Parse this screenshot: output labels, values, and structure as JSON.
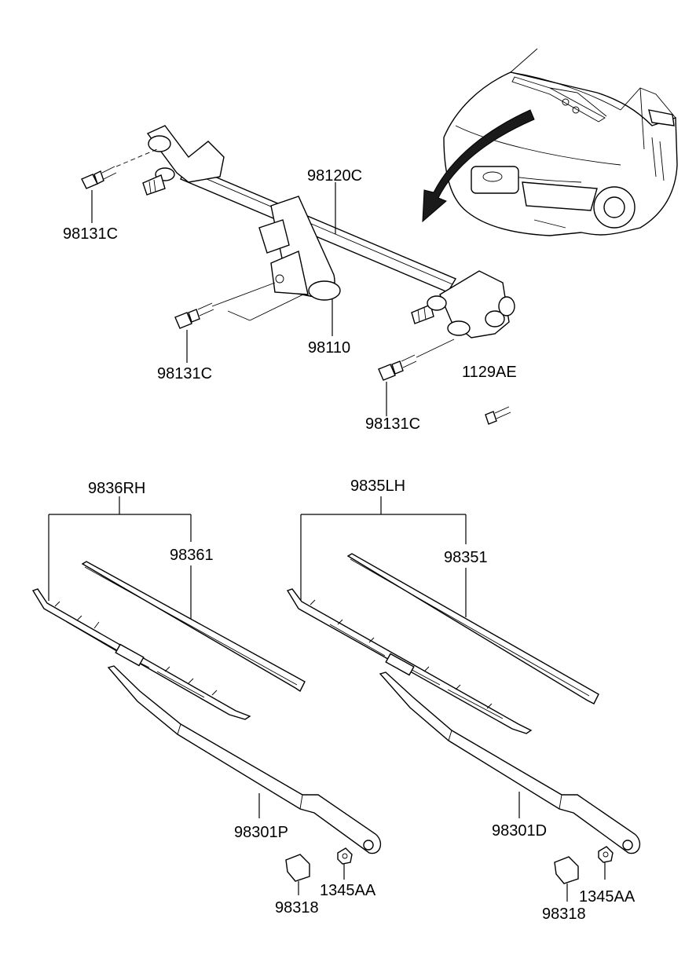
{
  "labels": {
    "linkage_assembly": "98120C",
    "motor": "98110",
    "bolt_left": "98131C",
    "bolt_center": "98131C",
    "bolt_right": "98131C",
    "screw": "1129AE",
    "blade_rh_assembly": "9836RH",
    "blade_rh_refill": "98361",
    "blade_lh_assembly": "9835LH",
    "blade_lh_refill": "98351",
    "arm_rh": "98301P",
    "arm_lh": "98301D",
    "cap_rh": "98318",
    "cap_lh": "98318",
    "nut_rh": "1345AA",
    "nut_lh": "1345AA"
  }
}
